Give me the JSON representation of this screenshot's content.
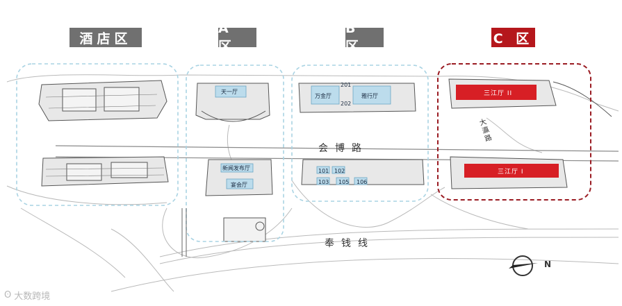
{
  "zones": [
    {
      "label": "酒店区",
      "color": "#707070"
    },
    {
      "label": "A 区",
      "color": "#707070"
    },
    {
      "label": "B 区",
      "color": "#707070"
    },
    {
      "label": "C 区",
      "color": "#b5171c"
    }
  ],
  "roads": {
    "huibo": "会博路",
    "fengqian": "奉钱线",
    "daying": "大瀛路"
  },
  "halls": {
    "a_top": "天一厅",
    "a_bottom_1": "新闻发布厅",
    "a_bottom_2": "宴会厅",
    "b_top_left": "万金厅",
    "b_top_right": "雅行厅",
    "b_top_n1": "201",
    "b_top_n2": "202",
    "b_bottom": [
      "101",
      "102",
      "103",
      "105",
      "106"
    ],
    "c_top": "三江厅 II",
    "c_bottom": "三江厅 I"
  },
  "compass": {
    "north": "N"
  },
  "watermark": {
    "text": "大数跨境"
  },
  "colors": {
    "zone_outline": "#a9d3e3",
    "c_outline": "#9a1b22",
    "hall_fill": "#bcdcec",
    "red_hall": "#d71f25"
  }
}
